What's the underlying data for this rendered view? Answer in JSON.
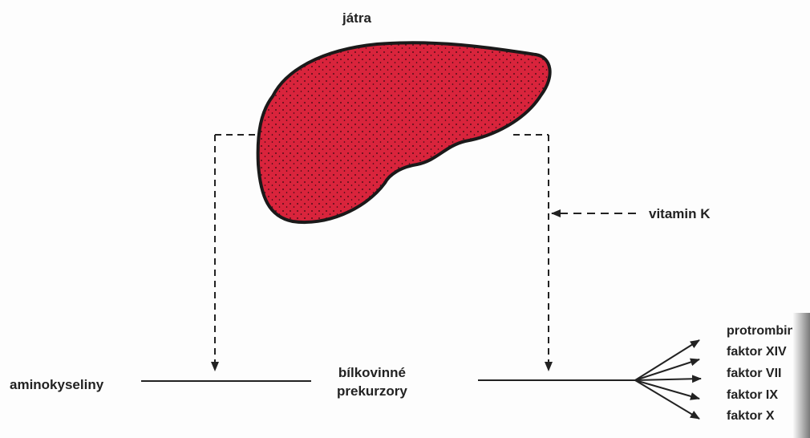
{
  "diagram": {
    "title": "játra",
    "vitamin_label": "vitamin K",
    "input_label": "aminokyseliny",
    "precursor_label_line1": "bílkovinné",
    "precursor_label_line2": "prekurzory",
    "factors": [
      "protrombin",
      "faktor XIV",
      "faktor VII",
      "faktor IX",
      "faktor X"
    ]
  },
  "colors": {
    "liver_fill": "#d9243c",
    "liver_outline": "#1a1a1a",
    "line": "#222222"
  }
}
